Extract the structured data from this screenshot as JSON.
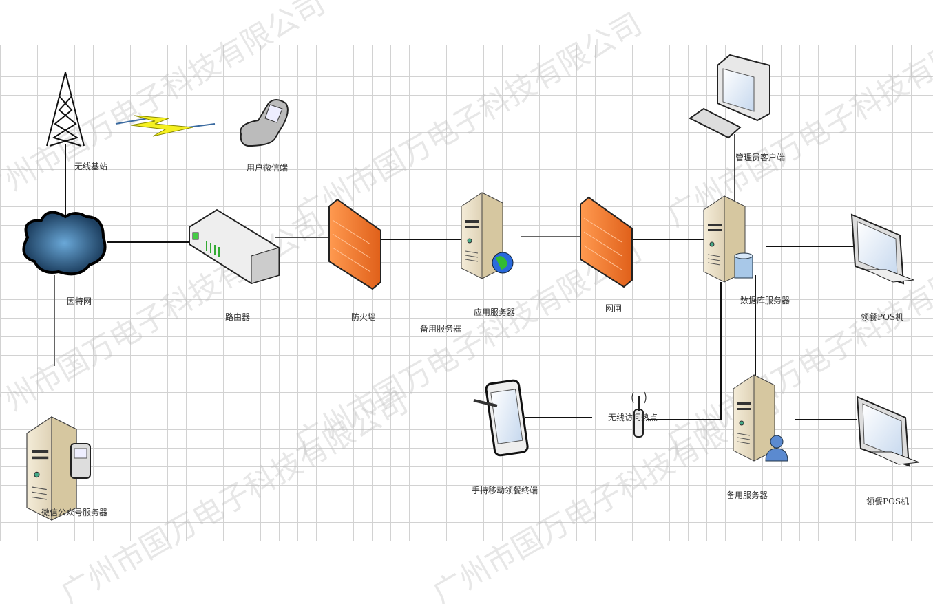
{
  "watermark": "广州市国万电子科技有限公司",
  "nodes": {
    "tower": "无线基站",
    "phone": "用户微信端",
    "internet": "因特网",
    "router": "路由器",
    "firewall": "防火墙",
    "app_server": "应用服务器",
    "app_backup": "备用服务器",
    "gateway": "网闸",
    "admin": "管理员客户端",
    "db_server": "数据库服务器",
    "pos1": "领餐POS机",
    "backup_server": "备用服务器",
    "pos2": "领餐POS机",
    "tablet": "手持移动领餐终端",
    "ap": "无线访问热点",
    "wechat_server": "微信公众号服务器"
  },
  "colors": {
    "firewall": "#f07a30",
    "cloud": "#2f6b9a",
    "server": "#e8dcc0"
  }
}
